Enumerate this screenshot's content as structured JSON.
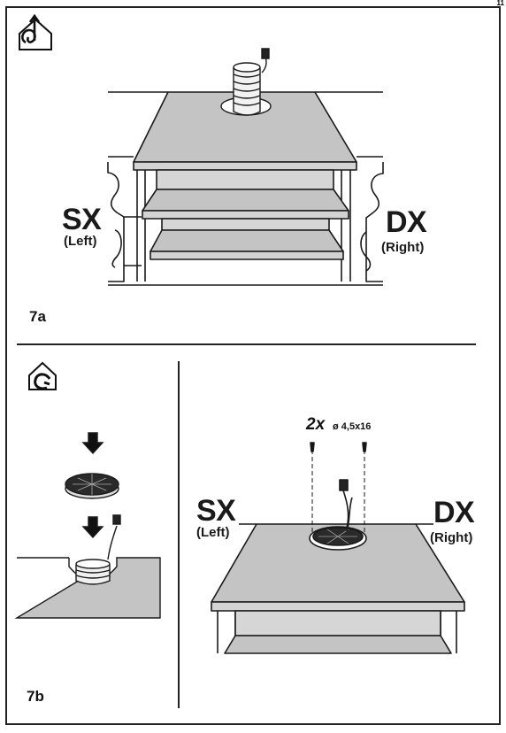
{
  "page_number": "11",
  "step_a": {
    "label": "7a",
    "icon": "house-ducted-icon",
    "left_code": "SX",
    "left_text": "(Left)",
    "right_code": "DX",
    "right_text": "(Right)"
  },
  "step_b": {
    "label": "7b",
    "icon": "house-recirculation-icon",
    "screw_count": "2x",
    "screw_size": "ø 4,5x16",
    "left_code": "SX",
    "left_text": "(Left)",
    "right_code": "DX",
    "right_text": "(Right)"
  },
  "colors": {
    "panel": "#c4c4c4",
    "panel_light": "#d6d6d6",
    "filter_dark": "#2a2a2a",
    "line": "#1a1a1a"
  }
}
